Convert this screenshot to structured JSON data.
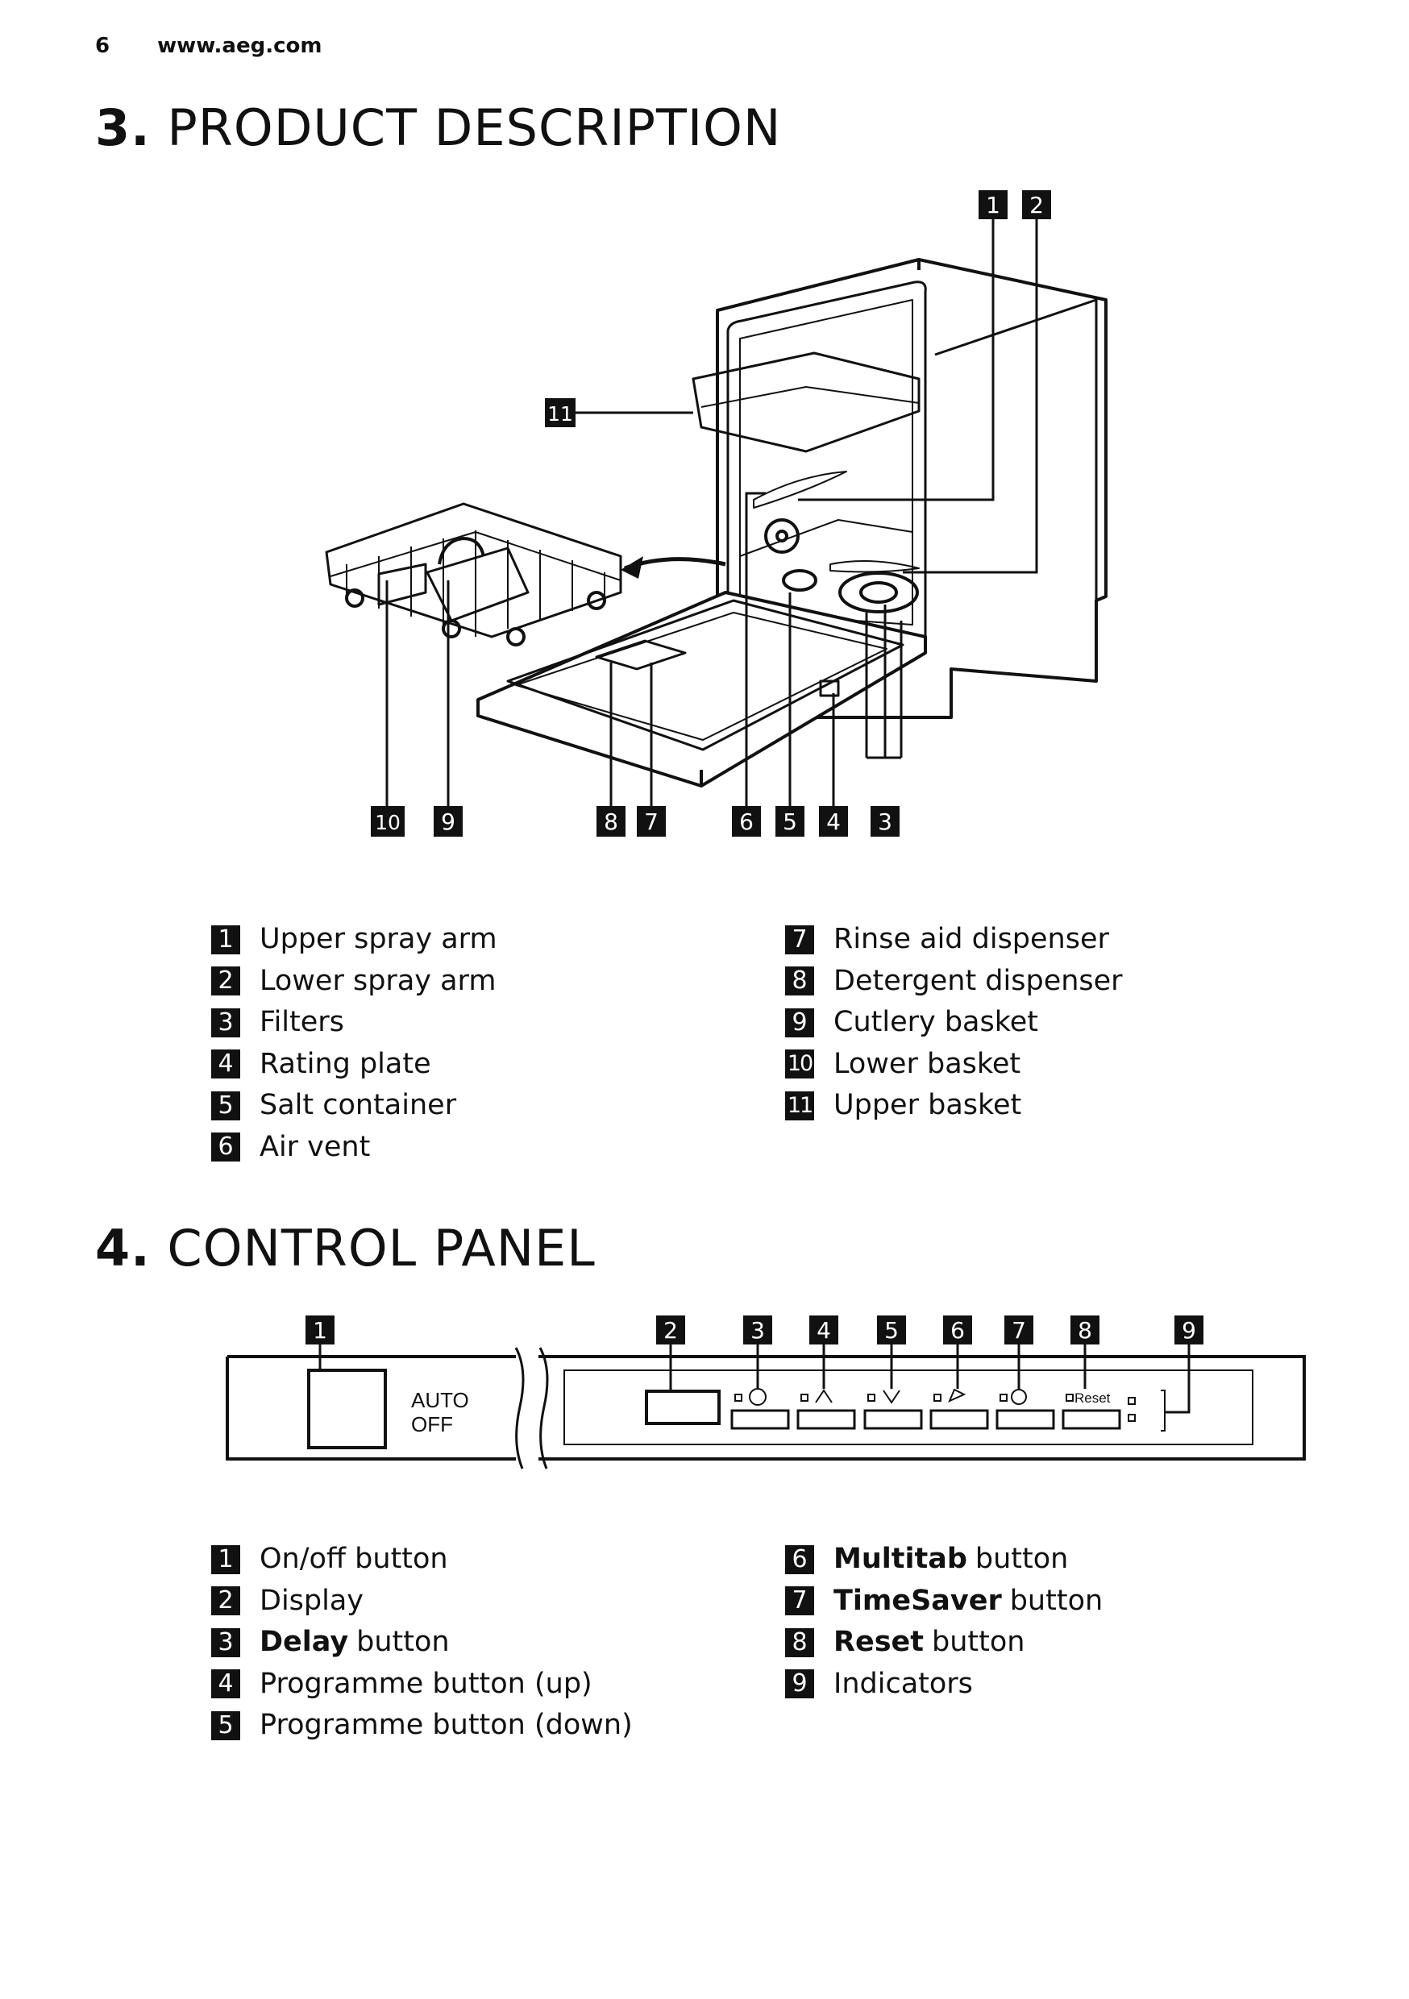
{
  "header": {
    "page_number": "6",
    "website": "www.aeg.com"
  },
  "section3": {
    "number": "3.",
    "title": "PRODUCT DESCRIPTION",
    "callouts": [
      "1",
      "2",
      "11",
      "10",
      "9",
      "8",
      "7",
      "6",
      "5",
      "4",
      "3"
    ],
    "legend_left": [
      {
        "num": "1",
        "label": "Upper spray arm"
      },
      {
        "num": "2",
        "label": "Lower spray arm"
      },
      {
        "num": "3",
        "label": "Filters"
      },
      {
        "num": "4",
        "label": "Rating plate"
      },
      {
        "num": "5",
        "label": "Salt container"
      },
      {
        "num": "6",
        "label": "Air vent"
      }
    ],
    "legend_right": [
      {
        "num": "7",
        "label": "Rinse aid dispenser"
      },
      {
        "num": "8",
        "label": "Detergent dispenser"
      },
      {
        "num": "9",
        "label": "Cutlery basket"
      },
      {
        "num": "10",
        "label": "Lower basket"
      },
      {
        "num": "11",
        "label": "Upper basket"
      }
    ]
  },
  "section4": {
    "number": "4.",
    "title": "CONTROL PANEL",
    "callouts": [
      "1",
      "2",
      "3",
      "4",
      "5",
      "6",
      "7",
      "8",
      "9"
    ],
    "panel": {
      "auto_label": "AUTO",
      "off_label": "OFF",
      "reset_label": "Reset"
    },
    "legend_left": [
      {
        "num": "1",
        "bold": "",
        "label": "On/off button"
      },
      {
        "num": "2",
        "bold": "",
        "label": "Display"
      },
      {
        "num": "3",
        "bold": "Delay",
        "label": "button"
      },
      {
        "num": "4",
        "bold": "",
        "label": "Programme button (up)"
      },
      {
        "num": "5",
        "bold": "",
        "label": "Programme button (down)"
      }
    ],
    "legend_right": [
      {
        "num": "6",
        "bold": "Multitab",
        "label": "button"
      },
      {
        "num": "7",
        "bold": "TimeSaver",
        "label": "button"
      },
      {
        "num": "8",
        "bold": "Reset",
        "label": "button"
      },
      {
        "num": "9",
        "bold": "",
        "label": "Indicators"
      }
    ]
  },
  "colors": {
    "ink": "#111111",
    "background": "#ffffff"
  }
}
